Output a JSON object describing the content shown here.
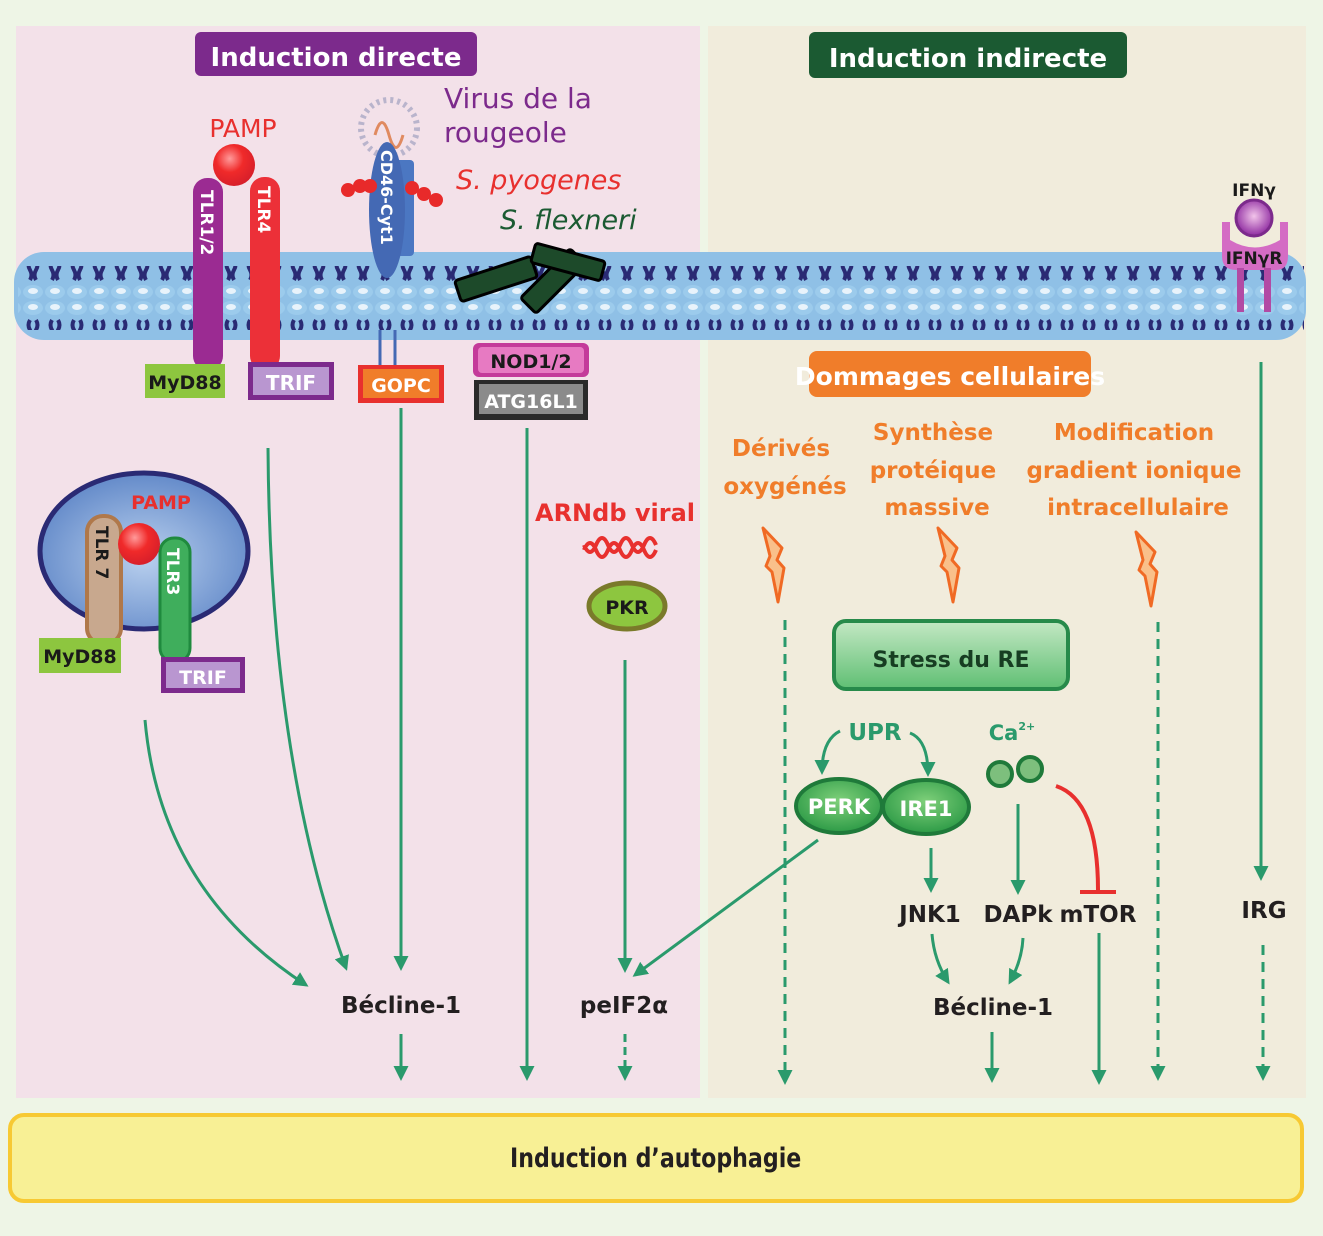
{
  "colors": {
    "green_arrow": "#2a9a6c",
    "inhibit_red": "#e8302e",
    "orange": "#f07d2a",
    "purple_header": "#7c2a8c",
    "dark_green_header": "#1b5a32",
    "membrane": "#8fc0e6",
    "membrane_dark": "#2a2a74"
  },
  "headers": {
    "direct": "Induction directe",
    "indirect": "Induction indirecte",
    "damage": "Dommages cellulaires"
  },
  "direct": {
    "pamp_surface": "PAMP",
    "tlr12": "TLR1/2",
    "tlr4": "TLR4",
    "cd46": "CD46-Cyt1",
    "measles": [
      "Virus de la",
      "rougeole"
    ],
    "s_pyogenes": "S. pyogenes",
    "s_flexneri": "S. flexneri",
    "myd88": "MyD88",
    "trif": "TRIF",
    "gopc": "GOPC",
    "nod": "NOD1/2",
    "atg16l1": "ATG16L1",
    "endo_pamp": "PAMP",
    "tlr7": "TLR 7",
    "tlr3": "TLR3",
    "endo_myd88": "MyD88",
    "endo_trif": "TRIF",
    "arndb": "ARNdb viral",
    "pkr": "PKR",
    "becline": "Bécline-1",
    "peif2a": "peIF2α"
  },
  "indirect": {
    "ifng": "IFNγ",
    "ifngr": "IFNγR",
    "damage_types": [
      [
        "Dérivés",
        "oxygénés"
      ],
      [
        "Synthèse",
        "protéique",
        "massive"
      ],
      [
        "Modification",
        "gradient ionique",
        "intracellulaire"
      ]
    ],
    "er_stress": "Stress du RE",
    "upr": "UPR",
    "perk": "PERK",
    "ire1": "IRE1",
    "ca": "Ca",
    "ca_sup": "2+",
    "jnk1": "JNK1",
    "dapk": "DAPk",
    "mtor": "mTOR",
    "becline": "Bécline-1",
    "irg": "IRG"
  },
  "bottom": {
    "label": "Induction d’autophagie"
  }
}
